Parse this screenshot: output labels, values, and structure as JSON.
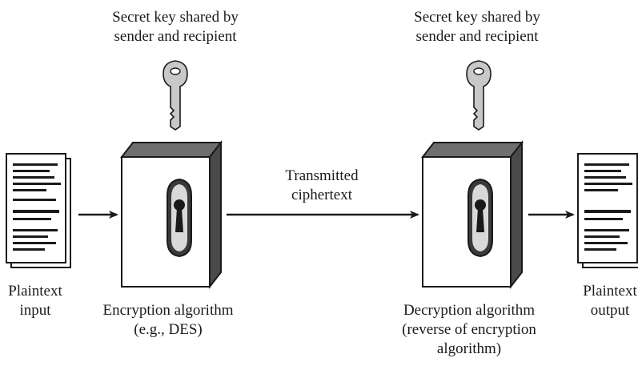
{
  "key_labels": {
    "encrypt": [
      "Secret key shared by",
      "sender and recipient"
    ],
    "decrypt": [
      "Secret key shared by",
      "sender and recipient"
    ]
  },
  "plaintext_input": [
    "Plaintext",
    "input"
  ],
  "plaintext_output": [
    "Plaintext",
    "output"
  ],
  "transmitted": [
    "Transmitted",
    "ciphertext"
  ],
  "encryption_algorithm": [
    "Encryption algorithm",
    "(e.g., DES)"
  ],
  "decryption_algorithm": [
    "Decryption algorithm",
    "(reverse of encryption",
    "algorithm)"
  ],
  "icons": {
    "document": "document-icon",
    "key": "key-icon",
    "keyhole": "keyhole-lock-icon",
    "arrow": "arrow-right-icon"
  },
  "colors": {
    "line": "#1a1a1a",
    "box_side": "#4a4a4a",
    "box_top": "#6e6e6e",
    "key": "#c8c8c8"
  }
}
